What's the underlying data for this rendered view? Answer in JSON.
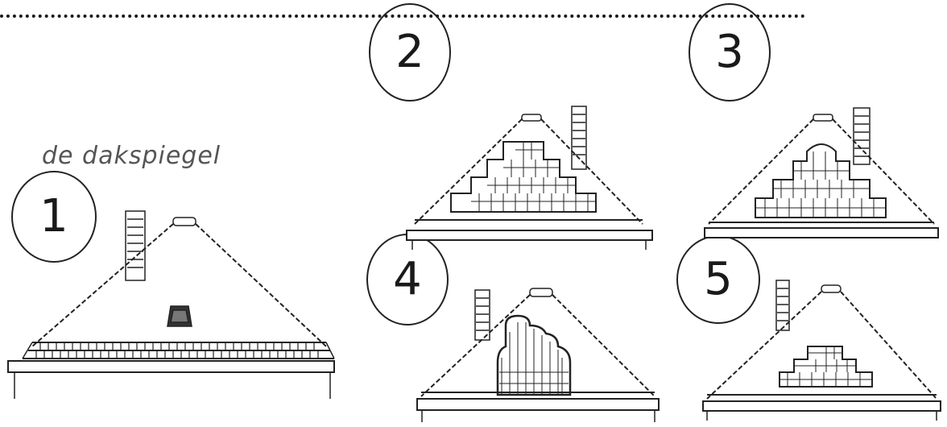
{
  "caption": "de dakspiegel",
  "badges": [
    "1",
    "2",
    "3",
    "4",
    "5"
  ],
  "roofs": [
    {
      "id": 1,
      "dormer": "skylight"
    },
    {
      "id": 2,
      "dormer": "stepped"
    },
    {
      "id": 3,
      "dormer": "rounded-stepped"
    },
    {
      "id": 4,
      "dormer": "scalloped"
    },
    {
      "id": 5,
      "dormer": "small-stepped"
    }
  ]
}
